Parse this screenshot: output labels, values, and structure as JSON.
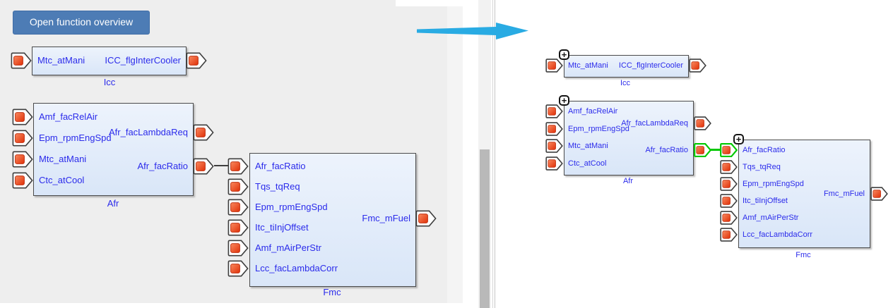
{
  "left_panel": {
    "button_label": "Open function overview",
    "blocks": [
      {
        "name": "Icc",
        "inputs": [
          "Mtc_atMani"
        ],
        "outputs": [
          "ICC_flgInterCooler"
        ]
      },
      {
        "name": "Afr",
        "inputs": [
          "Amf_facRelAir",
          "Epm_rpmEngSpd",
          "Mtc_atMani",
          "Ctc_atCool"
        ],
        "outputs": [
          "Afr_facLambdaReq",
          "Afr_facRatio"
        ]
      },
      {
        "name": "Fmc",
        "inputs": [
          "Afr_facRatio",
          "Tqs_tqReq",
          "Epm_rpmEngSpd",
          "Itc_tiInjOffset",
          "Amf_mAirPerStr",
          "Lcc_facLambdaCorr"
        ],
        "outputs": [
          "Fmc_mFuel"
        ]
      }
    ],
    "connection": {
      "from": "Afr.Afr_facRatio",
      "to": "Fmc.Afr_facRatio",
      "highlighted": false
    }
  },
  "right_panel": {
    "blocks": [
      {
        "name": "Icc",
        "inputs": [
          "Mtc_atMani"
        ],
        "outputs": [
          "ICC_flgInterCooler"
        ]
      },
      {
        "name": "Afr",
        "inputs": [
          "Amf_facRelAir",
          "Epm_rpmEngSpd",
          "Mtc_atMani",
          "Ctc_atCool"
        ],
        "outputs": [
          "Afr_facLambdaReq",
          "Afr_facRatio"
        ]
      },
      {
        "name": "Fmc",
        "inputs": [
          "Afr_facRatio",
          "Tqs_tqReq",
          "Epm_rpmEngSpd",
          "Itc_tiInjOffset",
          "Amf_mAirPerStr",
          "Lcc_facLambdaCorr"
        ],
        "outputs": [
          "Fmc_mFuel"
        ]
      }
    ],
    "connection": {
      "from": "Afr.Afr_facRatio",
      "to": "Fmc.Afr_facRatio",
      "highlighted": true
    }
  },
  "icons": {
    "expand_glyph": "+"
  },
  "colors": {
    "left_canvas_bg": "#eeeeee",
    "block_fill": "#dde9f9",
    "block_border": "#4a4a4a",
    "label_text": "#2b2beb",
    "port_red_light": "#f98a60",
    "port_red_dark": "#e03008",
    "button_bg": "#4d7cb5",
    "button_text": "#ffffff",
    "arrow_blue": "#29abe3",
    "highlight_green": "#00c800",
    "scrollbar_thumb": "#b9b9b9"
  }
}
